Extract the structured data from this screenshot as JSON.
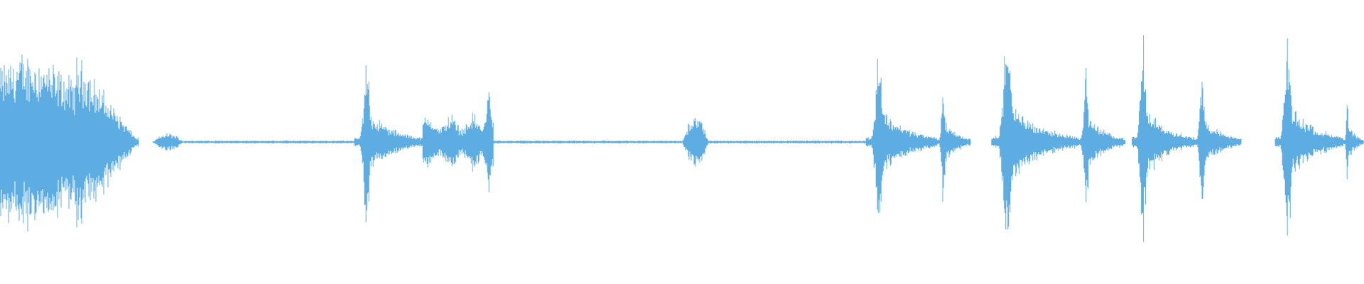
{
  "waveform": {
    "color": "#5dade2",
    "segments": [
      {
        "start": 0.0,
        "end": 0.102,
        "shape": "decay",
        "amp": 0.6
      },
      {
        "start": 0.112,
        "end": 0.135,
        "shape": "bump",
        "amp": 0.06
      },
      {
        "start": 0.135,
        "end": 0.26,
        "shape": "flat",
        "amp": 0.01
      },
      {
        "start": 0.26,
        "end": 0.31,
        "shape": "spike",
        "amp": 0.6
      },
      {
        "start": 0.31,
        "end": 0.362,
        "shape": "burst",
        "amp": 0.32
      },
      {
        "start": 0.362,
        "end": 0.5,
        "shape": "flat",
        "amp": 0.01
      },
      {
        "start": 0.5,
        "end": 0.52,
        "shape": "bump",
        "amp": 0.18
      },
      {
        "start": 0.52,
        "end": 0.635,
        "shape": "flat",
        "amp": 0.01
      },
      {
        "start": 0.635,
        "end": 0.687,
        "shape": "spike",
        "amp": 0.68
      },
      {
        "start": 0.687,
        "end": 0.712,
        "shape": "spike",
        "amp": 0.45
      },
      {
        "start": 0.727,
        "end": 0.79,
        "shape": "spike",
        "amp": 0.78
      },
      {
        "start": 0.79,
        "end": 0.825,
        "shape": "spike",
        "amp": 0.55
      },
      {
        "start": 0.83,
        "end": 0.875,
        "shape": "spike",
        "amp": 0.72
      },
      {
        "start": 0.875,
        "end": 0.91,
        "shape": "spike",
        "amp": 0.5
      },
      {
        "start": 0.935,
        "end": 0.985,
        "shape": "spike",
        "amp": 0.75
      },
      {
        "start": 0.985,
        "end": 1.0,
        "shape": "spike",
        "amp": 0.35
      }
    ]
  }
}
